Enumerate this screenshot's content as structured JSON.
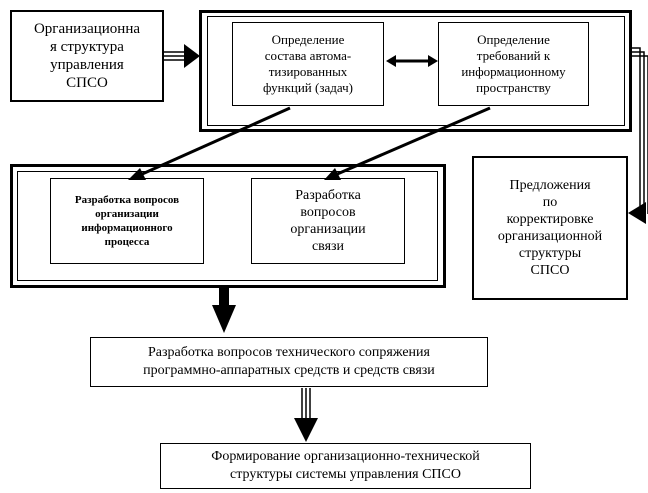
{
  "diagram": {
    "org_structure": "Организационна\nя структура\nуправления\nСПСО",
    "define_functions": "Определение\nсостава автома-\nтизированных\nфункций (задач)",
    "define_requirements": "Определение\nтребований к\nинформационному\nпространству",
    "dev_info_process": "Разработка вопросов\nорганизации\nинформационного\nпроцесса",
    "dev_communications": "Разработка\nвопросов\nорганизации\nсвязи",
    "proposals": "Предложения\nпо\nкорректировке\nорганизационной\nструктуры\nСПСО",
    "tech_interface": "Разработка вопросов технического сопряжения\nпрограммно-аппаратных средств и средств связи",
    "formation": "Формирование организационно-технической\nструктуры системы управления СПСО"
  }
}
